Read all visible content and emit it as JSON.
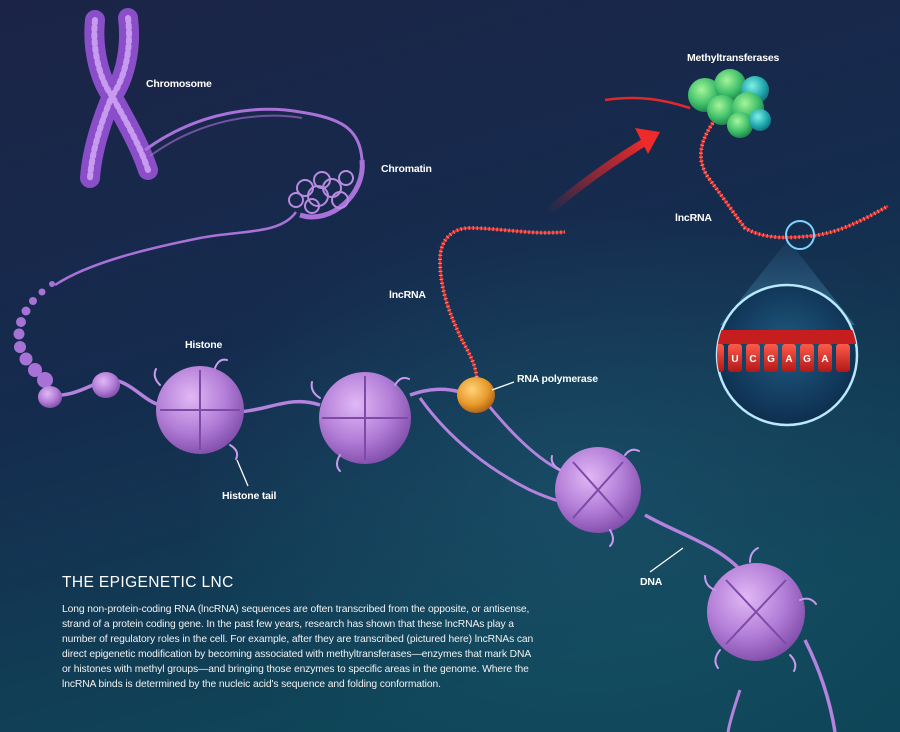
{
  "labels": {
    "chromosome": "Chromosome",
    "chromatin": "Chromatin",
    "histone": "Histone",
    "histone_tail": "Histone tail",
    "lncrna_left": "lncRNA",
    "rna_polymerase": "RNA polymerase",
    "methyltransferases": "Methyltransferases",
    "lncrna_right": "lncRNA",
    "dna": "DNA"
  },
  "sequence_letters": [
    "U",
    "C",
    "G",
    "A",
    "G",
    "A"
  ],
  "caption": {
    "title": "THE EPIGENETIC LNC",
    "body": "Long non-protein-coding RNA (lncRNA) sequences are often transcribed from the opposite, or antisense, strand of a protein coding gene. In the past few years, research has shown that these lncRNAs play a number of regulatory roles in the cell. For example, after they are transcribed (pictured here) lncRNAs can direct epigenetic modification by becoming associated with methyltransferases—enzymes that mark DNA or histones with methyl groups—and bringing those enzymes to specific areas in the genome. Where the lncRNA binds is determined by the nucleic acid's sequence and folding conformation."
  },
  "colors": {
    "background_top": "#1b2446",
    "background_bottom": "#0f3f55",
    "histone": "#b47fd8",
    "histone_dark": "#7d4aa8",
    "rna": "#e02a2a",
    "polymerase": "#e89a2c",
    "methyltransferase": "#3fbf6a",
    "magnifier_ring": "#7fd4ff"
  }
}
